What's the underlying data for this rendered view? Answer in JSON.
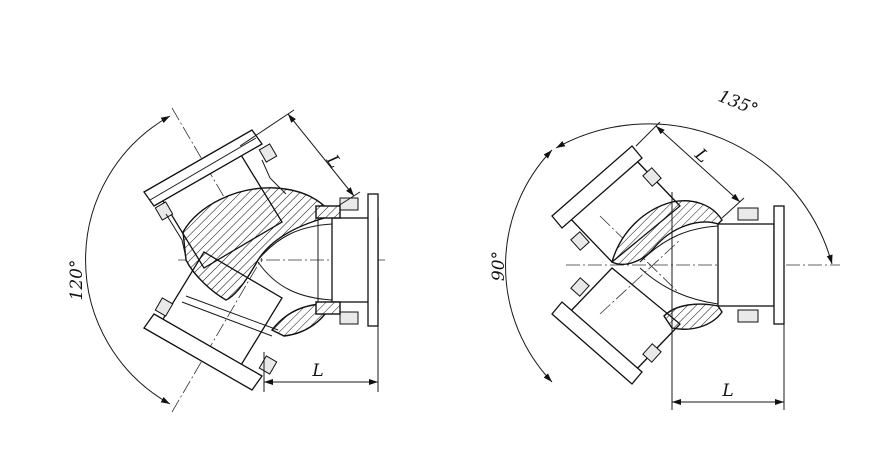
{
  "drawings": [
    {
      "id": "left-tee-120",
      "angle_label": "120°",
      "length_label_diagonal": "L",
      "length_label_horizontal": "L"
    },
    {
      "id": "right-tee-90-135",
      "angle_label_left": "90°",
      "angle_label_top": "135°",
      "length_label_diagonal": "L",
      "length_label_horizontal": "L"
    }
  ]
}
